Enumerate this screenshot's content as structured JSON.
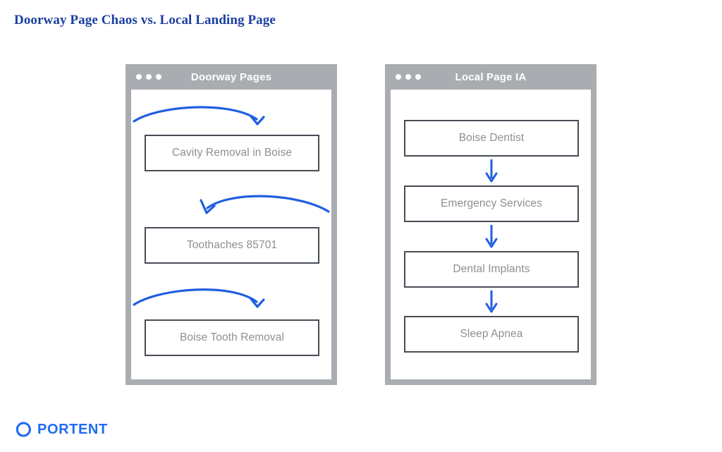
{
  "page": {
    "title": "Doorway Page Chaos vs. Local Landing Page",
    "background_color": "#ffffff",
    "accent_color": "#1f6bf5",
    "title_color": "#1b3fa0"
  },
  "panels": [
    {
      "id": "doorway-pages",
      "title": "Doorway Pages",
      "titlebar_color": "#a9acb0",
      "dots": [
        "dot-1",
        "dot-2",
        "dot-3"
      ],
      "connector_style": "curved-chaotic-arrows",
      "nodes": [
        {
          "label": "Cavity Removal in Boise"
        },
        {
          "label": "Toothaches 85701"
        },
        {
          "label": "Boise Tooth Removal"
        }
      ],
      "arrows": [
        {
          "name": "chaotic-arrow-1",
          "direction": "left-to-right"
        },
        {
          "name": "chaotic-arrow-2",
          "direction": "right-to-left"
        },
        {
          "name": "chaotic-arrow-3",
          "direction": "left-to-right"
        }
      ]
    },
    {
      "id": "local-page-ia",
      "title": "Local Page IA",
      "titlebar_color": "#a9acb0",
      "dots": [
        "dot-1",
        "dot-2",
        "dot-3"
      ],
      "connector_style": "straight-down-arrows",
      "nodes": [
        {
          "label": "Boise Dentist"
        },
        {
          "label": "Emergency Services"
        },
        {
          "label": "Dental Implants"
        },
        {
          "label": "Sleep Apnea"
        }
      ],
      "arrows": [
        {
          "name": "flow-arrow-1",
          "direction": "down"
        },
        {
          "name": "flow-arrow-2",
          "direction": "down"
        },
        {
          "name": "flow-arrow-3",
          "direction": "down"
        }
      ]
    }
  ],
  "logo": {
    "text": "PORTENT",
    "mark": "portent-ring-icon",
    "color": "#1f6bf5"
  }
}
